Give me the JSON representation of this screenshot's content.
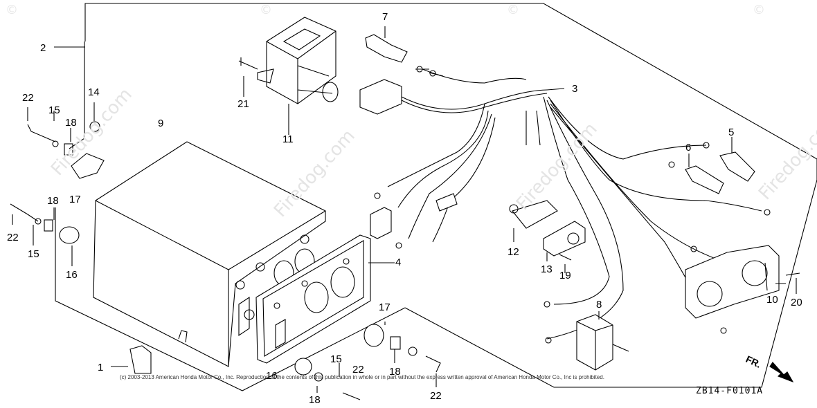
{
  "diagram": {
    "code": "ZB14-F0101A",
    "direction_label": "FR.",
    "copyright": "(c) 2003-2013 American Honda Motor Co., Inc. Reproduction of the contents of this publication in whole or in part without the express written approval of American Honda Motor Co., Inc is prohibited.",
    "watermark": "Firedog.com",
    "watermark_symbol": "©"
  },
  "callouts": [
    {
      "id": "c2",
      "label": "2"
    },
    {
      "id": "c22a",
      "label": "22"
    },
    {
      "id": "c14",
      "label": "14"
    },
    {
      "id": "c15a",
      "label": "15"
    },
    {
      "id": "c18a",
      "label": "18"
    },
    {
      "id": "c17a",
      "label": "17"
    },
    {
      "id": "c18b",
      "label": "18"
    },
    {
      "id": "c22b",
      "label": "22"
    },
    {
      "id": "c15b",
      "label": "15"
    },
    {
      "id": "c16a",
      "label": "16"
    },
    {
      "id": "c9",
      "label": "9"
    },
    {
      "id": "c21",
      "label": "21"
    },
    {
      "id": "c11",
      "label": "11"
    },
    {
      "id": "c7",
      "label": "7"
    },
    {
      "id": "c3",
      "label": "3"
    },
    {
      "id": "c5",
      "label": "5"
    },
    {
      "id": "c6",
      "label": "6"
    },
    {
      "id": "c4",
      "label": "4"
    },
    {
      "id": "c12",
      "label": "12"
    },
    {
      "id": "c13",
      "label": "13"
    },
    {
      "id": "c19",
      "label": "19"
    },
    {
      "id": "c8",
      "label": "8"
    },
    {
      "id": "c10",
      "label": "10"
    },
    {
      "id": "c20",
      "label": "20"
    },
    {
      "id": "c1",
      "label": "1"
    },
    {
      "id": "c17b",
      "label": "17"
    },
    {
      "id": "c22c",
      "label": "22"
    },
    {
      "id": "c15c",
      "label": "15"
    },
    {
      "id": "c16b",
      "label": "16"
    },
    {
      "id": "c18c",
      "label": "18"
    },
    {
      "id": "c18d",
      "label": "18"
    },
    {
      "id": "c22d",
      "label": "22"
    }
  ]
}
